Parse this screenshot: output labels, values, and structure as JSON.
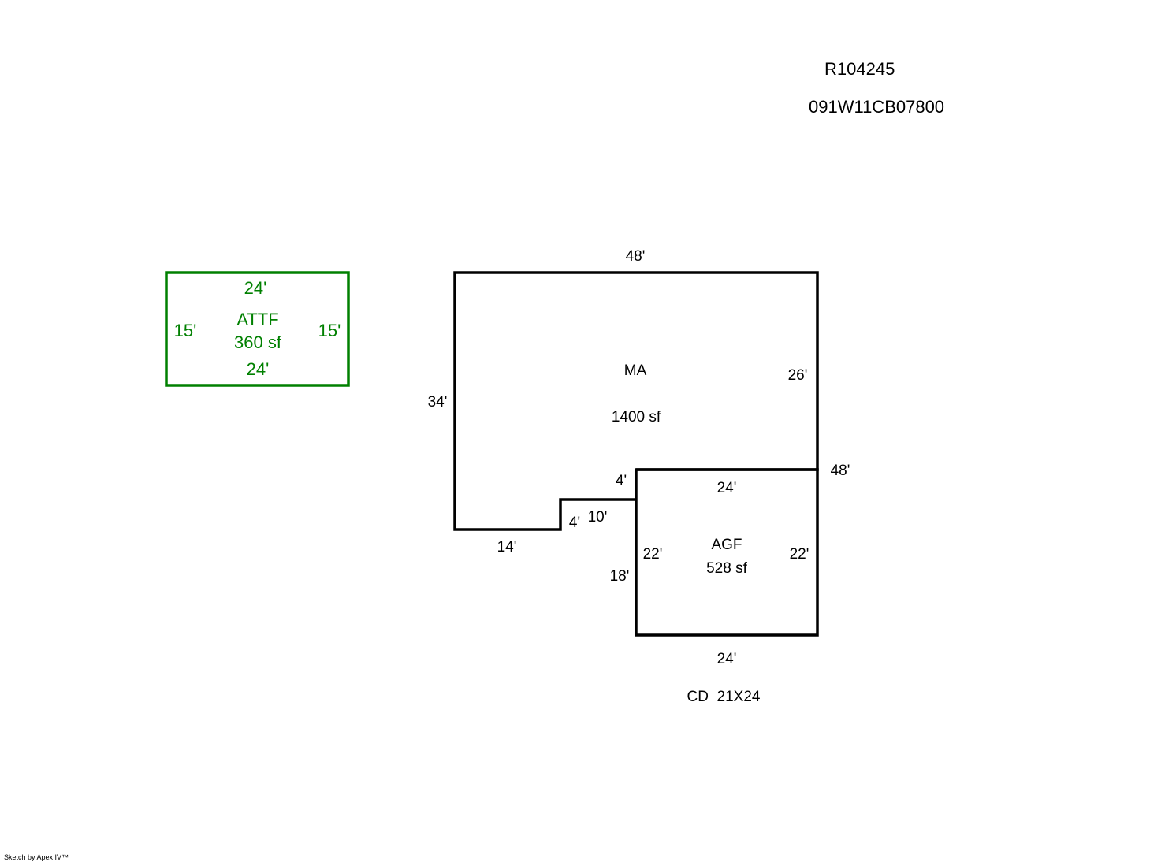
{
  "header": {
    "account_id": "R104245",
    "map_tax_lot": "091W11CB07800"
  },
  "colors": {
    "line": "#000000",
    "detached_structure": "#008000"
  },
  "attf": {
    "name": "ATTF",
    "area": "360 sf",
    "dim_top": "24'",
    "dim_bottom": "24'",
    "dim_left": "15'",
    "dim_right": "15'"
  },
  "main": {
    "name": "MA",
    "area": "1400 sf",
    "dim_top": "48'",
    "dim_left": "34'",
    "dim_right": "26'",
    "dim_bottom_left": "14'",
    "dim_step_vertical": "4'",
    "dim_step_horizontal": "10'",
    "dim_step_upper": "4'",
    "dim_garage_side": "18'",
    "dim_right_total": "48'"
  },
  "garage": {
    "name": "AGF",
    "area": "528 sf",
    "dim_top": "24'",
    "dim_bottom": "24'",
    "dim_left": "22'",
    "dim_right": "22'"
  },
  "note": "CD  21X24",
  "credit": "Sketch by Apex IV™"
}
